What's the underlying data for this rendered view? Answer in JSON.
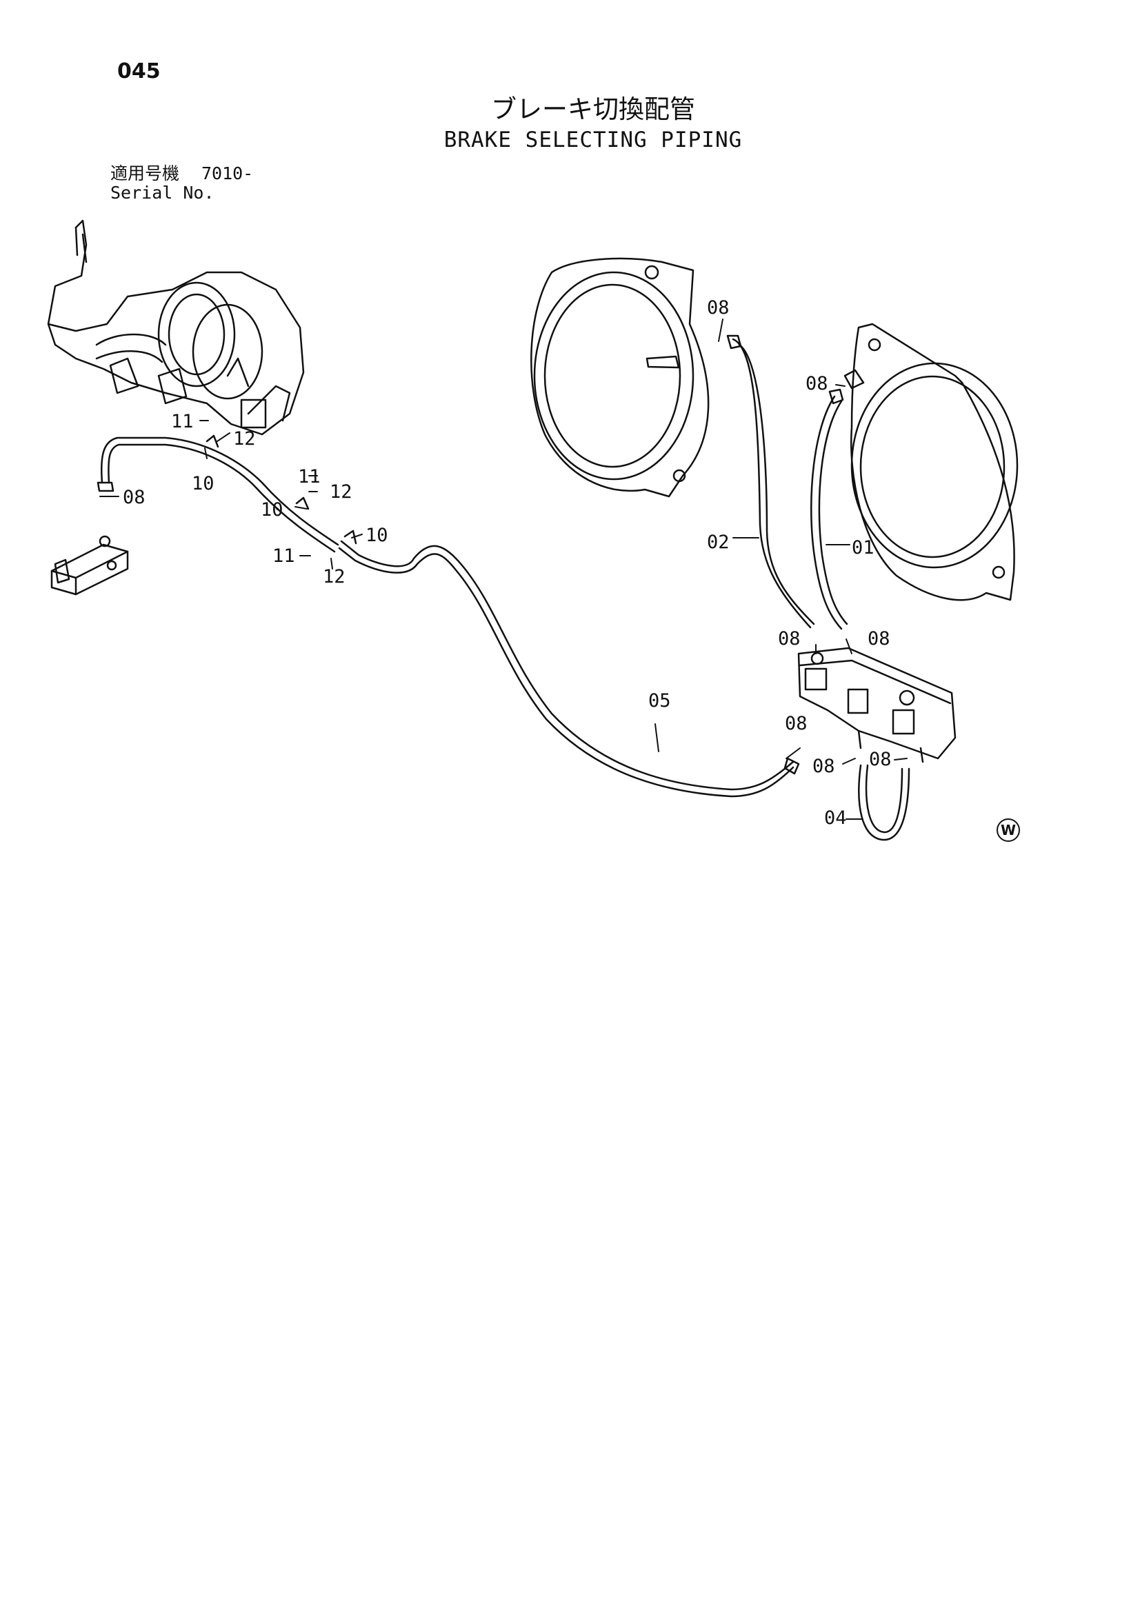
{
  "header": {
    "page_number": "045",
    "title_jp": "ブレーキ切換配管",
    "title_en": "BRAKE SELECTING PIPING"
  },
  "serial": {
    "label_jp": "適用号機",
    "value": "7010-",
    "label_en": "Serial No."
  },
  "diagram": {
    "callouts": [
      "08",
      "08",
      "01",
      "02",
      "08",
      "08",
      "05",
      "08",
      "08",
      "08",
      "04",
      "11",
      "12",
      "10",
      "08",
      "11",
      "12",
      "10",
      "10",
      "11",
      "12"
    ]
  },
  "footer": {
    "mark": "W"
  },
  "colors": {
    "line": "#111111",
    "paper": "#ffffff"
  }
}
